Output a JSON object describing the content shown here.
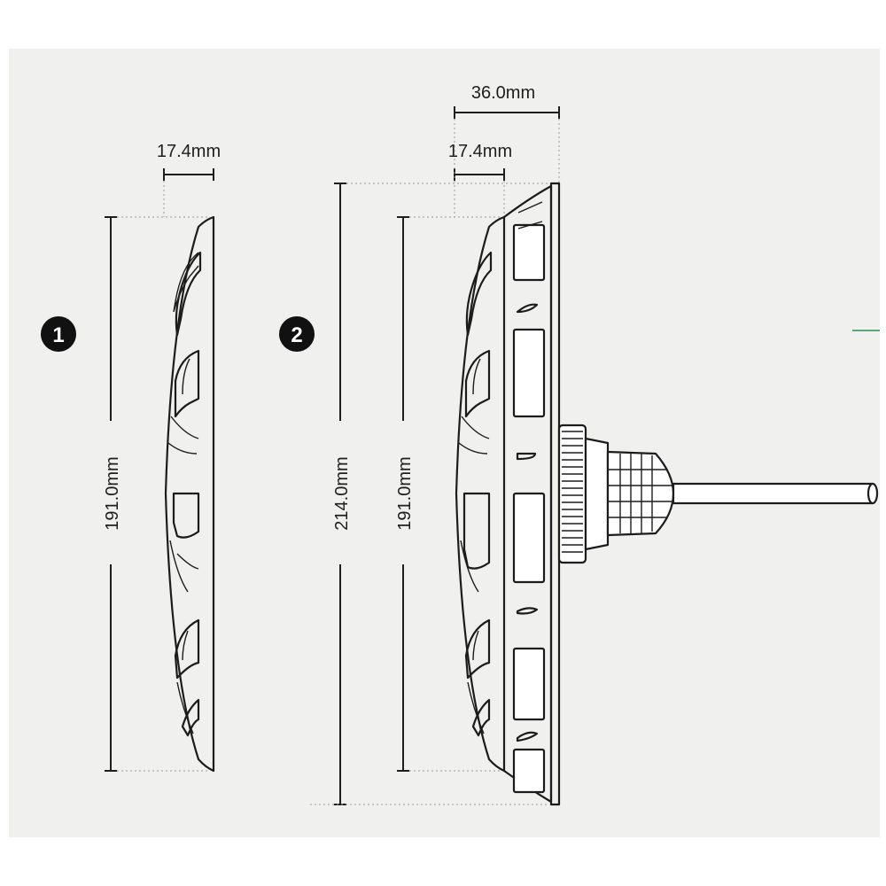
{
  "diagram": {
    "item1": {
      "badge": "1",
      "width_label": "17.4mm",
      "height_label": "191.0mm"
    },
    "item2": {
      "badge": "2",
      "total_width_label": "36.0mm",
      "width_label": "17.4mm",
      "total_height_label": "214.0mm",
      "height_label": "191.0mm"
    }
  },
  "colors": {
    "panel": "#f0f0ef",
    "line": "#1c1c1c",
    "badge": "#111111",
    "accent": "#2e8b57"
  }
}
